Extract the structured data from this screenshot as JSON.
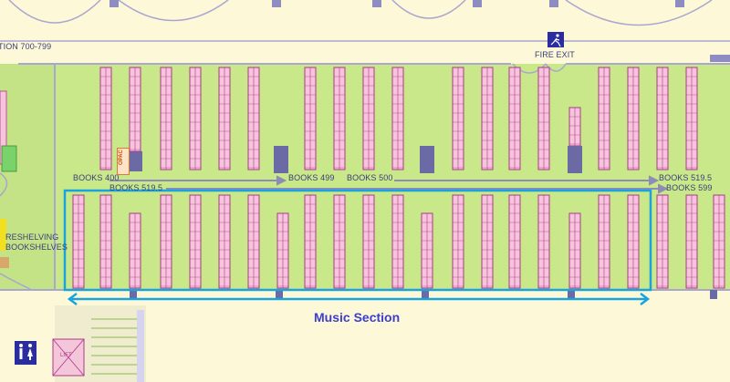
{
  "labels": {
    "section_700": "TION 700-799",
    "fire_exit": "FIRE EXIT",
    "opac": "OPAC",
    "books_400": "BOOKS 400",
    "books_499": "BOOKS 499",
    "books_500": "BOOKS 500",
    "books_519_5_top": "BOOKS 519.5",
    "books_519_5_left": "BOOKS 519.5",
    "books_599": "BOOKS 599",
    "reshelving_1": "RESHELVING",
    "reshelving_2": "BOOKSHELVES",
    "lift": "LIFT",
    "music_section": "Music Section"
  },
  "icons": {
    "fire_exit": "running-person-exit-icon",
    "toilets": "male-female-toilet-icon"
  },
  "colors": {
    "background": "#fdf8d8",
    "floor": "#c8e88a",
    "shelf_fill": "#f6c4dc",
    "shelf_border": "#b0378a",
    "wall": "#a9a6d0",
    "pillar": "#6c6aa4",
    "highlight": "#1aa3dc",
    "music_label": "#3b3ed0",
    "text": "#3a3f7a"
  }
}
